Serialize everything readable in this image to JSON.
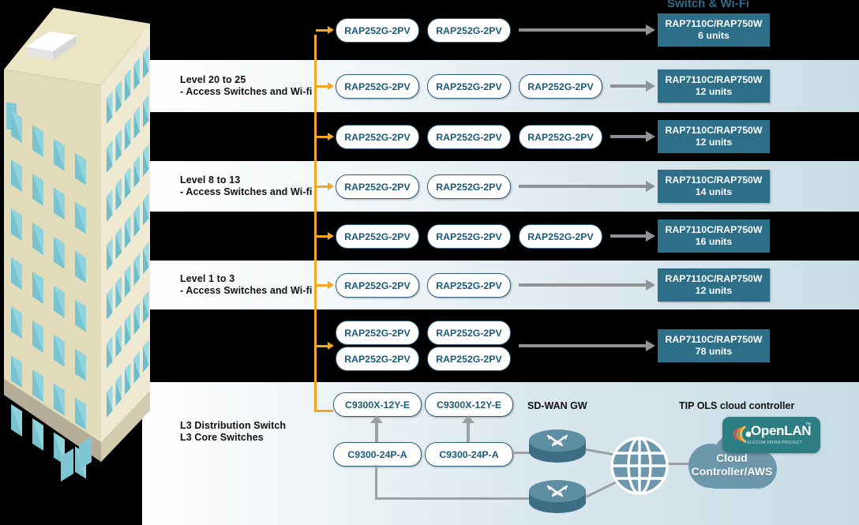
{
  "header": {
    "title": "Switch & Wi-Fi"
  },
  "building": {
    "name": "office-building-illustration"
  },
  "rows": [
    {
      "id": "row1",
      "band": "dark",
      "label": "",
      "aps": [
        "RAP252G-2PV",
        "RAP252G-2PV"
      ],
      "target": {
        "model": "RAP7110C/RAP750W",
        "units": "6 units"
      }
    },
    {
      "id": "row2",
      "band": "light",
      "label": "Level 20 to 25\n- Access Switches and Wi-fi",
      "aps": [
        "RAP252G-2PV",
        "RAP252G-2PV",
        "RAP252G-2PV"
      ],
      "target": {
        "model": "RAP7110C/RAP750W",
        "units": "12 units"
      }
    },
    {
      "id": "row3",
      "band": "dark",
      "label": "",
      "aps": [
        "RAP252G-2PV",
        "RAP252G-2PV",
        "RAP252G-2PV"
      ],
      "target": {
        "model": "RAP7110C/RAP750W",
        "units": "12 units"
      }
    },
    {
      "id": "row4",
      "band": "light",
      "label": "Level 8 to 13\n- Access Switches and Wi-fi",
      "aps": [
        "RAP252G-2PV",
        "RAP252G-2PV"
      ],
      "target": {
        "model": "RAP7110C/RAP750W",
        "units": "14 units"
      }
    },
    {
      "id": "row5",
      "band": "dark",
      "label": "",
      "aps": [
        "RAP252G-2PV",
        "RAP252G-2PV",
        "RAP252G-2PV"
      ],
      "target": {
        "model": "RAP7110C/RAP750W",
        "units": "16 units"
      }
    },
    {
      "id": "row6",
      "band": "light",
      "label": "Level 1 to 3\n- Access Switches and Wi-fi",
      "aps": [
        "RAP252G-2PV",
        "RAP252G-2PV"
      ],
      "target": {
        "model": "RAP7110C/RAP750W",
        "units": "12 units"
      }
    },
    {
      "id": "row7",
      "band": "dark",
      "label": "",
      "aps": [
        "RAP252G-2PV",
        "RAP252G-2PV",
        "RAP252G-2PV",
        "RAP252G-2PV"
      ],
      "target": {
        "model": "RAP7110C/RAP750W",
        "units": "78 units"
      }
    }
  ],
  "bottom": {
    "label": "L3 Distribution Switch\nL3 Core Switches",
    "distribution": [
      "C9300X-12Y-E",
      "C9300X-12Y-E"
    ],
    "core": [
      "C9300-24P-A",
      "C9300-24P-A"
    ],
    "sdwan_caption": "SD-WAN GW",
    "tip_caption": "TIP OLS cloud controller",
    "cloud_label": "Cloud\nController/AWS",
    "logo": {
      "word": "OpenLAN",
      "tm": "™",
      "sub": "TELECOM INFRA PROJECT"
    }
  },
  "colors": {
    "accent_orange": "#f5a623",
    "teal_box": "#2d6e89",
    "pill_border": "#2e5f78",
    "pill_text": "#1d5a78",
    "arrow_gray": "#8f9396",
    "band_light": "#c9dde5",
    "band_dark": "#000000",
    "logo_teal": "#2d7e83"
  }
}
